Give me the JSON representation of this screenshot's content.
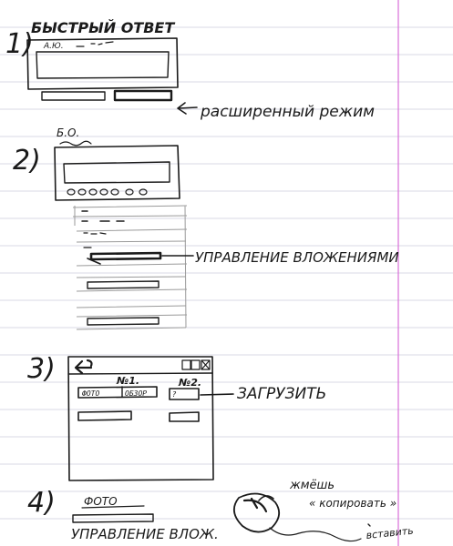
{
  "step_numbers": [
    "1)",
    "2)",
    "3)",
    "4)"
  ],
  "step1": {
    "title": "БЫСТРЫЙ ОТВЕТ",
    "field_caption": "А.Ю.",
    "annotation": "расширенный режим"
  },
  "step2": {
    "title": "Б.О.",
    "annotation": "УПРАВЛЕНИЕ ВЛОЖЕНИЯМИ"
  },
  "step3": {
    "col1_number": "№1.",
    "col2_number": "№2.",
    "photo_label": "ФОТО",
    "browse_label": "ОБЗОР",
    "slot2_mark": "?",
    "annotation": "ЗАГРУЗИТЬ"
  },
  "step4": {
    "photo_label": "ФОТО",
    "manage_label": "УПРАВЛЕНИЕ ВЛОЖ.",
    "mouse_note_press": "жмёшь",
    "mouse_note_copy": "« копировать »",
    "mouse_note_paste": "вставить"
  }
}
